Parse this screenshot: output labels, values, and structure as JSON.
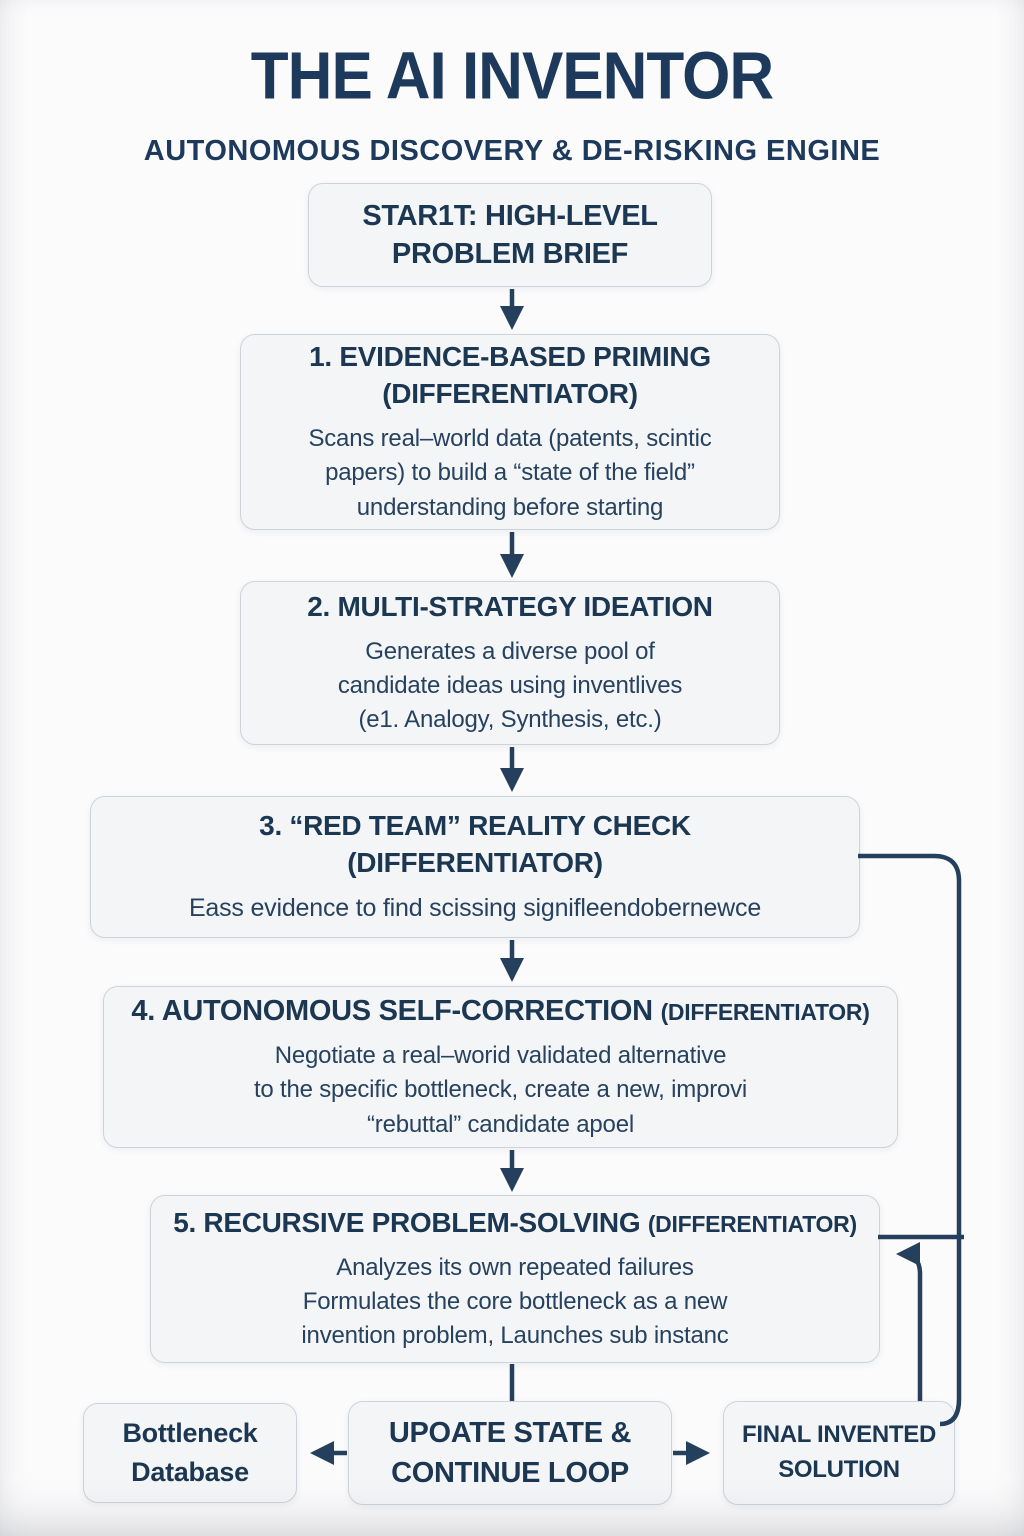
{
  "header": {
    "title": "THE AI INVENTOR",
    "subtitle": "AUTONOMOUS DISCOVERY & DE-RISKING ENGINE"
  },
  "colors": {
    "navy": "#1c3752",
    "body": "#27425f",
    "fill": "#f4f5f7",
    "border": "#ced3d9",
    "arrow": "#24405d",
    "bg": "#fbfbfc"
  },
  "nodes": {
    "start": {
      "title": "STAR1T: HIGH-LEVEL\nPROBLEM BRIEF"
    },
    "step1": {
      "title": "1. EVIDENCE-BASED PRIMING\n(DIFFERENTIATOR)",
      "body": "Scans real–world data (patents, scintic\npapers) to build a “state of the field”\nunderstanding before starting"
    },
    "step2": {
      "title": "2. MULTI-STRATEGY IDEATION",
      "body": "Generates a diverse pool of\ncandidate ideas using inventlives\n(e1. Analogy, Synthesis, etc.)"
    },
    "step3": {
      "title": "3. “RED TEAM” REALITY CHECK\n(DIFFERENTIATOR)",
      "body": "Eass evidence to find scissing signifleendobernewce"
    },
    "step4": {
      "title": "4. AUTONOMOUS SELF-CORRECTION",
      "tag": "(DIFFERENTIATOR)",
      "body": "Negotiate a real–worid validated alternative\nto the specific bottleneck, create a new, improvi\n“rebuttal” candidate apoel"
    },
    "step5": {
      "title": "5. RECURSIVE PROBLEM-SOLVING",
      "tag": "(DIFFERENTIATOR)",
      "body": "Analyzes its own repeated failures\nFormulates the core bottleneck as a new\ninvention problem, Launches sub instanc"
    },
    "bottleneck": {
      "title": "Bottleneck\nDatabase"
    },
    "update": {
      "title": "UPOATE STATE &\nCONTINUE LOOP"
    },
    "final": {
      "title": "FINAL INVENTED\nSOLUTION"
    }
  }
}
